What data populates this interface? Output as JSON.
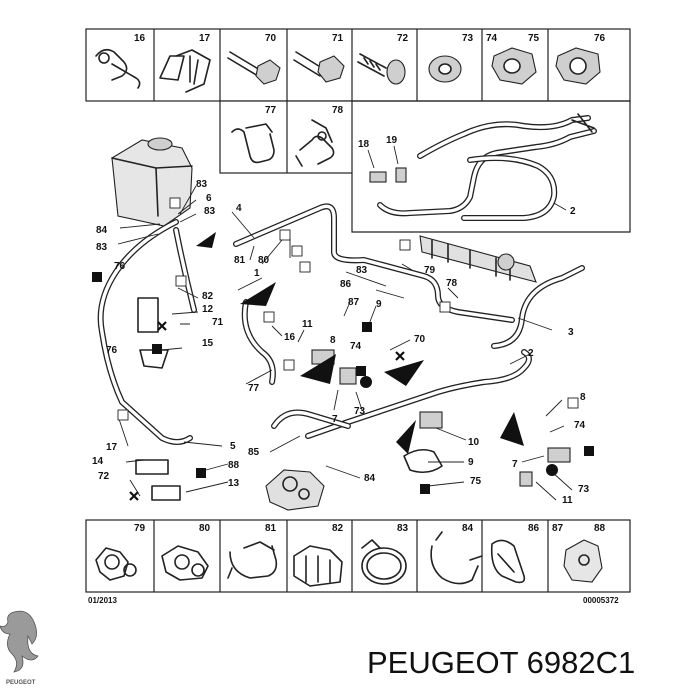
{
  "top_row": [
    "16",
    "17",
    "70",
    "71",
    "72",
    "73",
    "74",
    "75",
    "76"
  ],
  "second_row": [
    "77",
    "78"
  ],
  "inset": [
    "18",
    "19",
    "2"
  ],
  "callouts": {
    "c83a": "83",
    "c6": "6",
    "c83b": "83",
    "c84a": "84",
    "c83c": "83",
    "c4": "4",
    "c76a": "76",
    "c81a": "81",
    "c80": "80",
    "c1": "1",
    "c86": "86",
    "c83d": "83",
    "c79": "79",
    "c78": "78",
    "c82": "82",
    "c12": "12",
    "c71": "71",
    "c87": "87",
    "c9a": "9",
    "c3": "3",
    "c11a": "11",
    "c8a": "8",
    "c16": "16",
    "c74a": "74",
    "c70": "70",
    "c76b": "76",
    "c15": "15",
    "c2": "2",
    "c77": "77",
    "c7a": "7",
    "c73a": "73",
    "c8b": "8",
    "c74b": "74",
    "c17": "17",
    "c5": "5",
    "c85": "85",
    "c10": "10",
    "c14": "14",
    "c88": "88",
    "c9b": "9",
    "c7b": "7",
    "c72": "72",
    "c13": "13",
    "c84b": "84",
    "c75": "75",
    "c11b": "11",
    "c73b": "73"
  },
  "bottom_row": [
    "79",
    "80",
    "81",
    "82",
    "83",
    "84",
    "86",
    "87",
    "88"
  ],
  "footer": {
    "date": "01/2013",
    "ref": "00005372"
  },
  "brand": {
    "title": "PEUGEOT 6982C1",
    "logo_text": "PEUGEOT"
  }
}
